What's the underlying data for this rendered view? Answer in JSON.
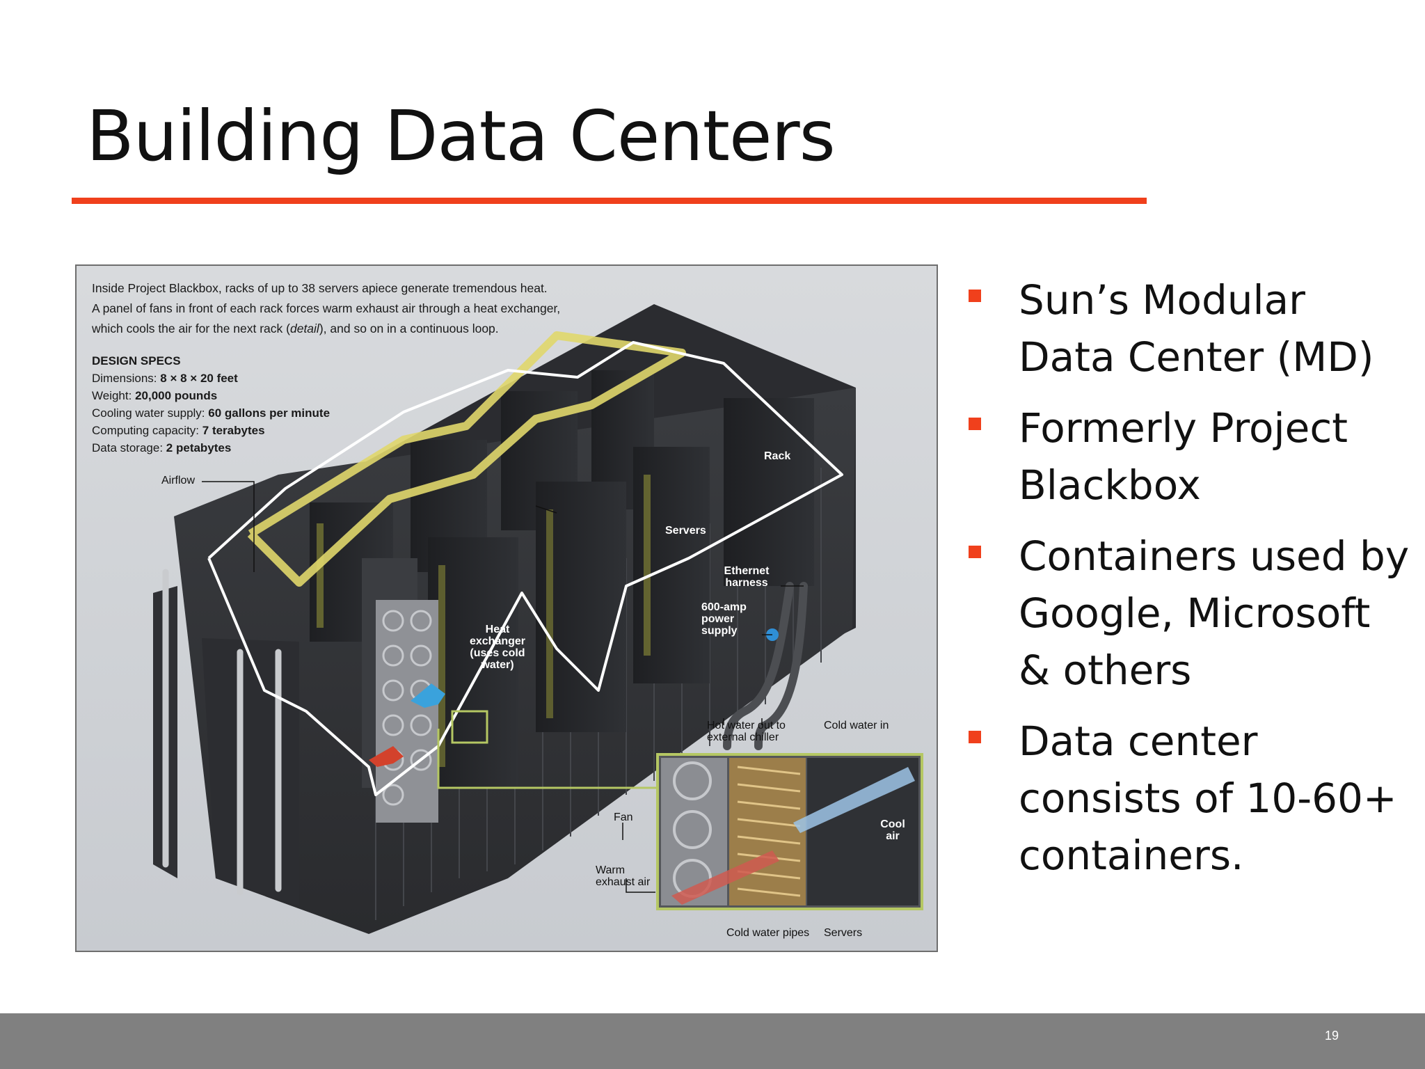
{
  "slide": {
    "title": "Building Data Centers",
    "page_number": "19",
    "accent_color": "#f0401c",
    "footer_color": "#808080"
  },
  "figure": {
    "caption_line1": "Inside Project Blackbox, racks of up to 38 servers apiece generate tremendous heat.",
    "caption_line2": "A panel of fans in front of each rack forces warm exhaust air through a heat exchanger,",
    "caption_line3_a": "which cools the air for the next rack (",
    "caption_line3_detail": "detail",
    "caption_line3_b": "), and so on in a continuous loop.",
    "specs_title": "DESIGN SPECS",
    "specs": [
      {
        "label": "Dimensions:",
        "value": "8 × 8 × 20 feet"
      },
      {
        "label": "Weight:",
        "value": "20,000 pounds"
      },
      {
        "label": "Cooling water supply:",
        "value": "60 gallons per minute"
      },
      {
        "label": "Computing capacity:",
        "value": "7 terabytes"
      },
      {
        "label": "Data storage:",
        "value": "2 petabytes"
      }
    ],
    "labels": {
      "airflow": "Airflow",
      "rack": "Rack",
      "servers_top": "Servers",
      "ethernet": "Ethernet harness",
      "power": "600-amp power supply",
      "heat_exchanger": "Heat exchanger (uses cold water)",
      "hot_water": "Hot water out to external chiller",
      "cold_water": "Cold water in",
      "fan": "Fan",
      "warm_air": "Warm exhaust air",
      "cool_air": "Cool air",
      "cold_pipes": "Cold water pipes",
      "servers_bottom": "Servers"
    }
  },
  "bullets": [
    {
      "text": "Sun’s Modular Data Center (MD)"
    },
    {
      "text": "Formerly Project Blackbox"
    },
    {
      "text": "Containers used by Google, Microsoft & others"
    },
    {
      "text": "Data center consists of 10-60+ containers."
    }
  ]
}
